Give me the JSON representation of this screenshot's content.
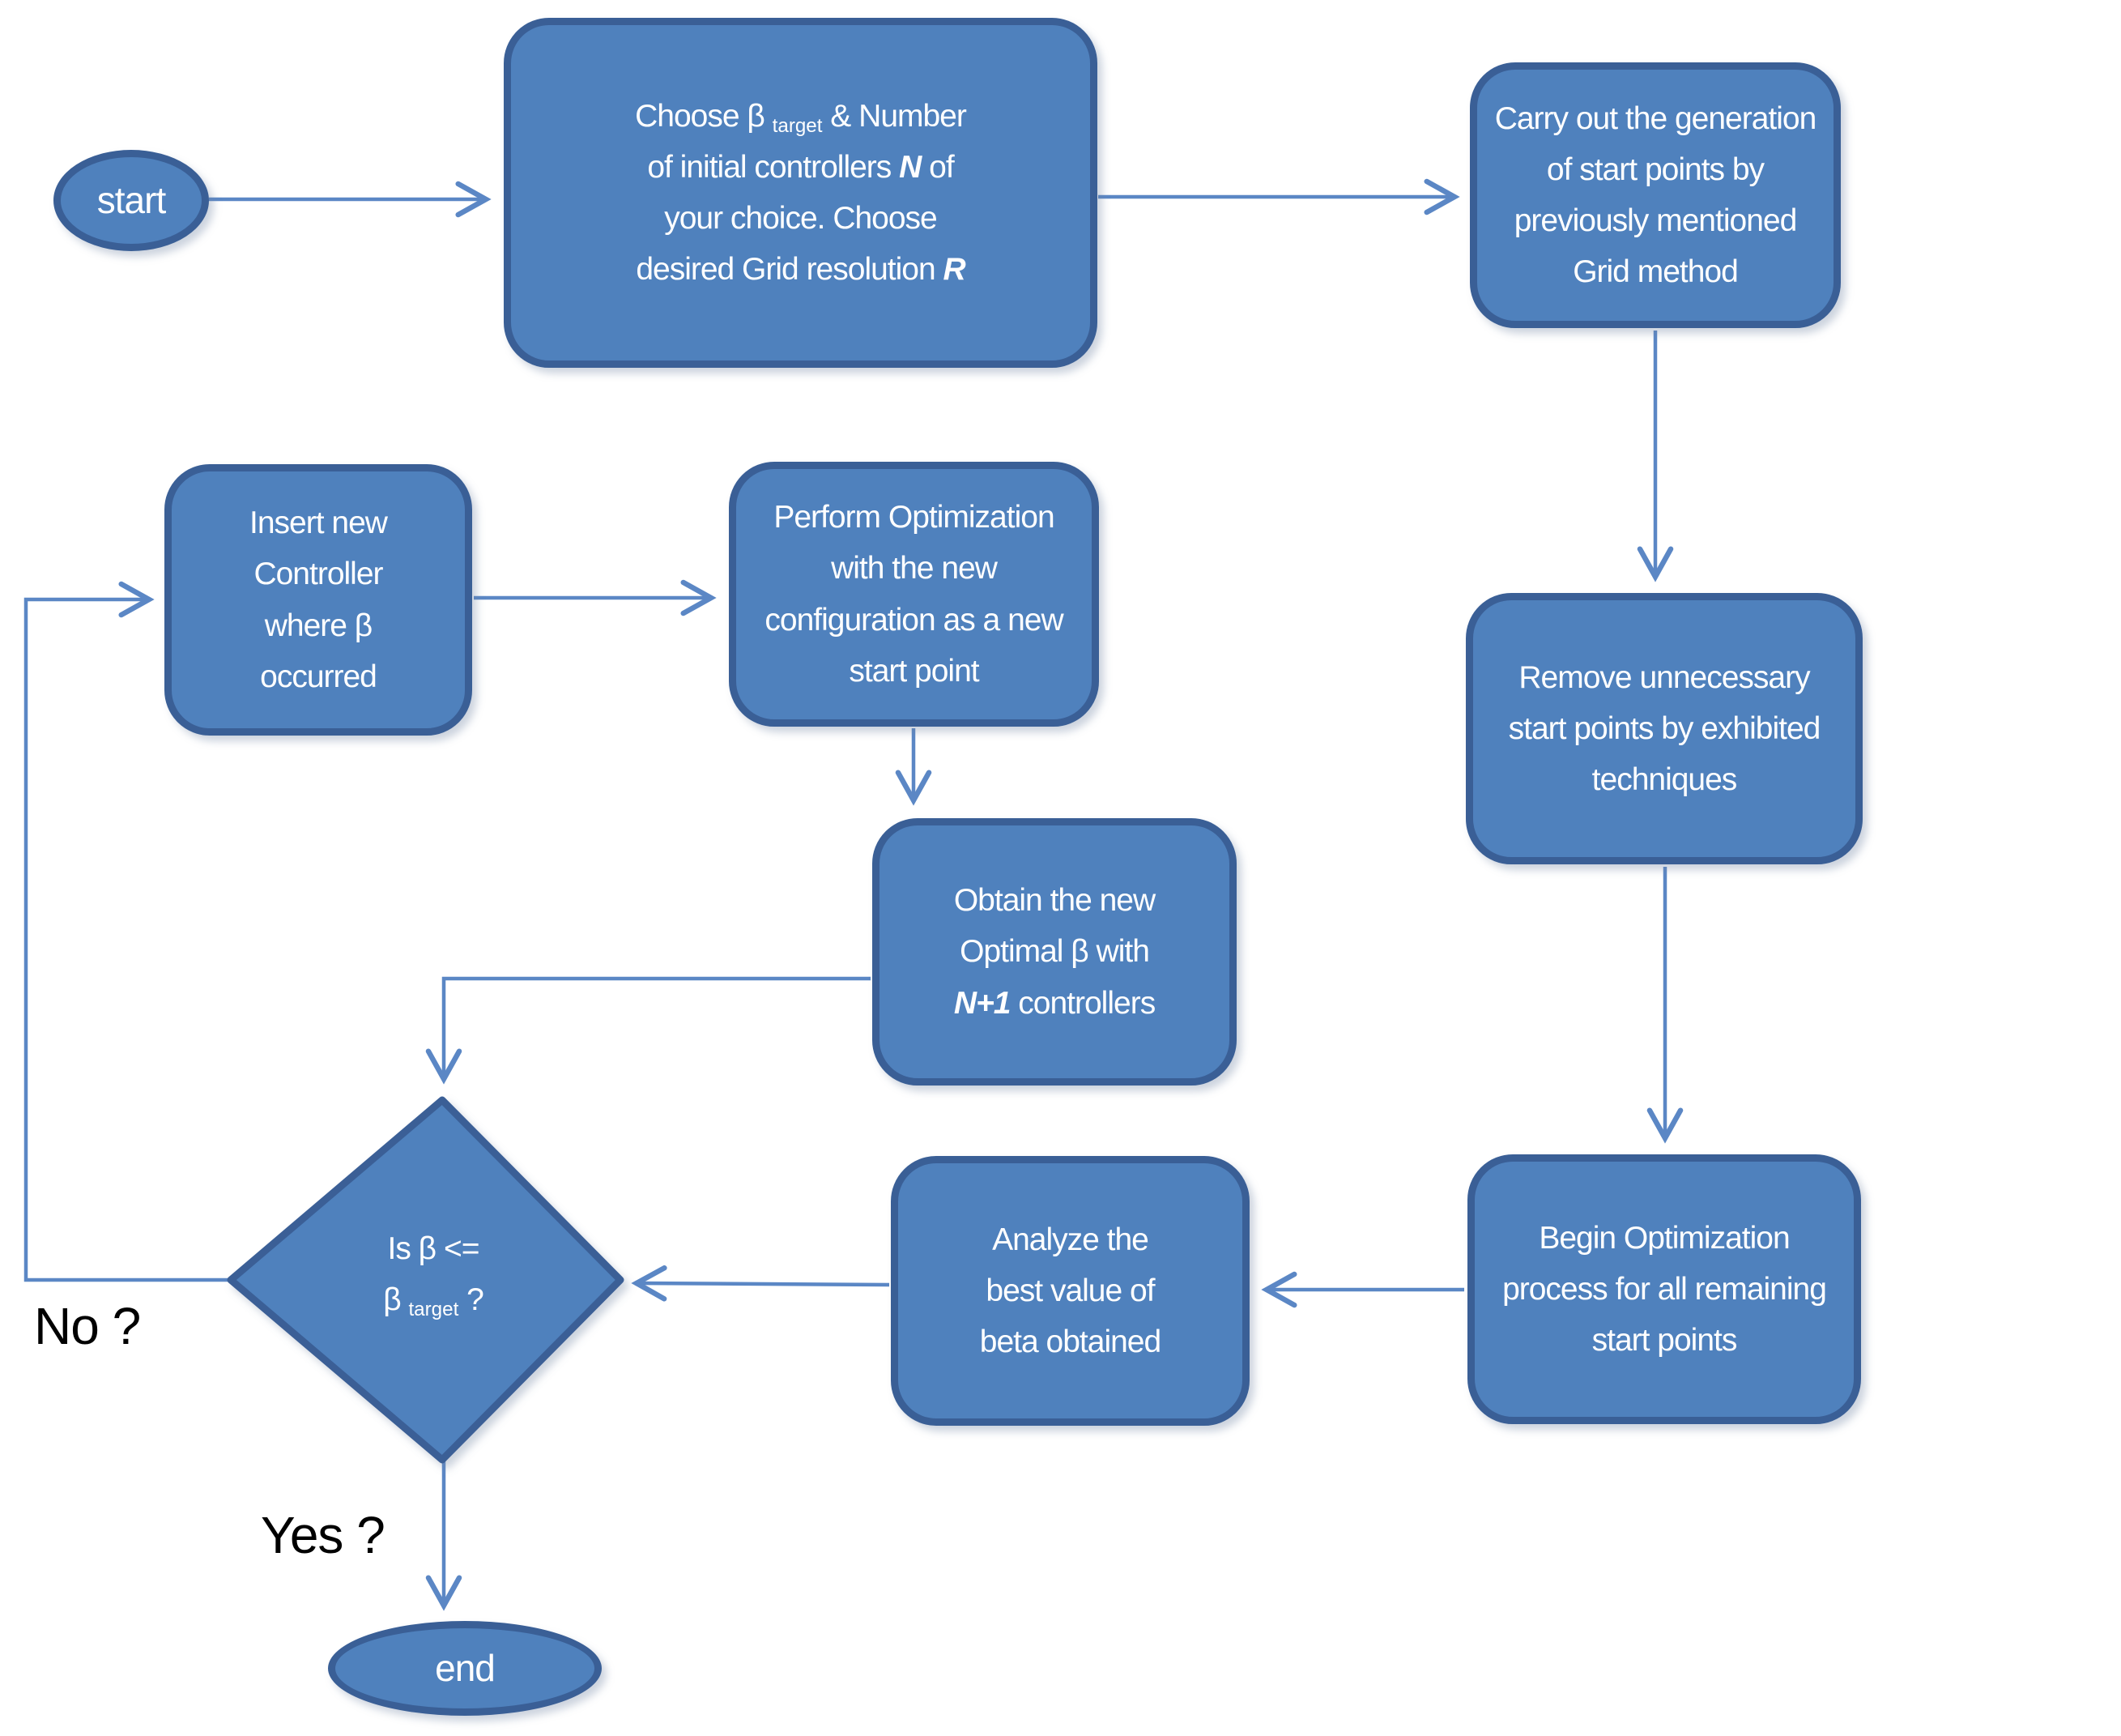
{
  "title": "Grid-based controller optimization flowchart",
  "colors": {
    "fill": "#4f81bd",
    "border": "#3a5f96",
    "line": "#5b87c5",
    "text": "#ffffff",
    "label": "#000000"
  },
  "nodes": {
    "start": {
      "type": "ellipse",
      "label": "start"
    },
    "choose": {
      "type": "process",
      "lines": [
        [
          {
            "t": "Choose β "
          },
          {
            "t": "target",
            "s": "sub"
          },
          {
            "t": " & Number"
          }
        ],
        [
          {
            "t": "of initial controllers "
          },
          {
            "t": "N",
            "s": "bi"
          },
          {
            "t": " of"
          }
        ],
        [
          {
            "t": "your choice. Choose"
          }
        ],
        [
          {
            "t": "desired Grid resolution "
          },
          {
            "t": "R",
            "s": "bi"
          }
        ]
      ]
    },
    "carry": {
      "type": "process",
      "lines": [
        [
          {
            "t": "Carry out the generation"
          }
        ],
        [
          {
            "t": "of start points by"
          }
        ],
        [
          {
            "t": "previously mentioned"
          }
        ],
        [
          {
            "t": "Grid method"
          }
        ]
      ]
    },
    "insert": {
      "type": "process",
      "lines": [
        [
          {
            "t": "Insert new"
          }
        ],
        [
          {
            "t": "Controller"
          }
        ],
        [
          {
            "t": "where β"
          }
        ],
        [
          {
            "t": "occurred"
          }
        ]
      ]
    },
    "perform": {
      "type": "process",
      "lines": [
        [
          {
            "t": "Perform Optimization"
          }
        ],
        [
          {
            "t": "with the new"
          }
        ],
        [
          {
            "t": "configuration as a new"
          }
        ],
        [
          {
            "t": "start point"
          }
        ]
      ]
    },
    "remove": {
      "type": "process",
      "lines": [
        [
          {
            "t": "Remove unnecessary"
          }
        ],
        [
          {
            "t": "start points by exhibited"
          }
        ],
        [
          {
            "t": "techniques"
          }
        ]
      ]
    },
    "obtain": {
      "type": "process",
      "lines": [
        [
          {
            "t": "Obtain the new"
          }
        ],
        [
          {
            "t": "Optimal β with"
          }
        ],
        [
          {
            "t": "N+1",
            "s": "bi"
          },
          {
            "t": " controllers"
          }
        ]
      ]
    },
    "begin": {
      "type": "process",
      "lines": [
        [
          {
            "t": "Begin Optimization"
          }
        ],
        [
          {
            "t": "process for all remaining"
          }
        ],
        [
          {
            "t": "start points"
          }
        ]
      ]
    },
    "analyze": {
      "type": "process",
      "lines": [
        [
          {
            "t": "Analyze the"
          }
        ],
        [
          {
            "t": "best value of"
          }
        ],
        [
          {
            "t": "beta obtained"
          }
        ]
      ]
    },
    "decision": {
      "type": "decision",
      "lines": [
        [
          {
            "t": "Is β  <="
          }
        ],
        [
          {
            "t": "β "
          },
          {
            "t": "target",
            "s": "sub"
          },
          {
            "t": " ?"
          }
        ]
      ]
    },
    "end": {
      "type": "ellipse",
      "label": "end"
    }
  },
  "branch_labels": {
    "no": "No ?",
    "yes": "Yes ?"
  }
}
